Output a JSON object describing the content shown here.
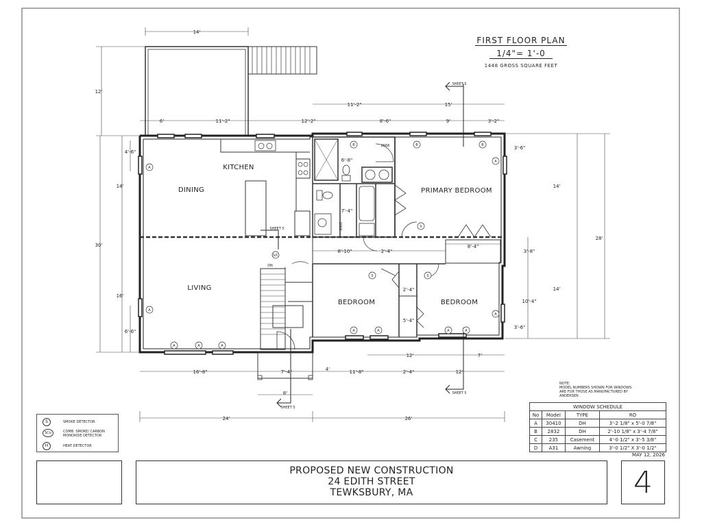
{
  "plan_title": {
    "name": "FIRST FLOOR PLAN",
    "scale": "1/4\"= 1'-0",
    "area": "1448 GROSS SQUARE FEET"
  },
  "rooms": {
    "kitchen": "KITCHEN",
    "dining": "DINING",
    "living": "LIVING",
    "primary_bedroom": "PRIMARY BEDROOM",
    "bedroom_1": "BEDROOM",
    "bedroom_2": "BEDROOM"
  },
  "dimensions": {
    "deck_width": "14'",
    "deck_depth": "12'",
    "top_1": "6'",
    "top_2": "11'-2\"",
    "top_3": "12'-2\"",
    "top_4": "8'-6\"",
    "top_5": "9'",
    "top_6": "3'-2\"",
    "upper_1": "11'-2\"",
    "upper_2": "15'",
    "left_total": "30'",
    "left_upper": "14'",
    "left_lower": "16'",
    "left_window_1": "4'-6\"",
    "left_window_2": "6'-6\"",
    "right_total": "28'",
    "right_upper": "14'",
    "right_lower": "14'",
    "right_1": "3'-6\"",
    "right_2": "3'-8\"",
    "right_3": "10'-4\"",
    "right_4": "3'-6\"",
    "bath_1": "6'-8\"",
    "bath_2": "7'-4\"",
    "hall_1": "8'-10\"",
    "hall_2": "2'-4\"",
    "closet": "8'-4\"",
    "closet_2": "2'-4\"",
    "closet_3": "5'-4\"",
    "bottom_a1": "12'",
    "bottom_a2": "7'",
    "bottom_1": "16'-8\"",
    "bottom_2": "7'-4\"",
    "bottom_3": "11'-8\"",
    "bottom_4": "2'-4\"",
    "bottom_5": "12'",
    "porch_depth": "4'",
    "porch_width": "8'",
    "overall_left": "24'",
    "overall_right": "26'"
  },
  "labels": {
    "sheet5": "SHEET 5",
    "dn": "DN",
    "door_2668": "2668",
    "door_2068": "2068",
    "window_a": "A",
    "window_b": "B",
    "smoke": "S",
    "smoke_co": "S/C"
  },
  "note": "NOTE:\nMODEL NUMBERS SHOWN FOR WINDOWS\nARE FOR THOSE AS MANUFACTURED BY\nANDERSEN",
  "window_schedule": {
    "title": "WINDOW SCHEDULE",
    "headers": [
      "No",
      "Model",
      "TYPE",
      "RO"
    ],
    "rows": [
      [
        "A",
        "30410",
        "DH",
        "3'-2 1/8\" x 5'-0 7/8\""
      ],
      [
        "B",
        "2832",
        "DH",
        "2'-10 1/8\" x 3'-4 7/8\""
      ],
      [
        "C",
        "235",
        "Casement",
        "4'-0 1/2\" x 3'-5 3/8\""
      ],
      [
        "D",
        "A31",
        "Awning",
        "3'-0 1/2\" X 3'-0 1/2\""
      ]
    ]
  },
  "legend": {
    "smoke_symbol": "S",
    "smoke_label": "SMOKE DETECTOR",
    "co_symbol": "SCo",
    "co_label": "COMB. SMOKE/ CARBON MONOXIDE DETECTOR",
    "heat_symbol": "H",
    "heat_label": "HEAT DETECTOR"
  },
  "title_block": {
    "line1": "PROPOSED NEW CONSTRUCTION",
    "line2": "24 EDITH STREET",
    "line3": "TEWKSBURY, MA",
    "date": "MAY 12, 2026",
    "sheet_number": "4"
  }
}
